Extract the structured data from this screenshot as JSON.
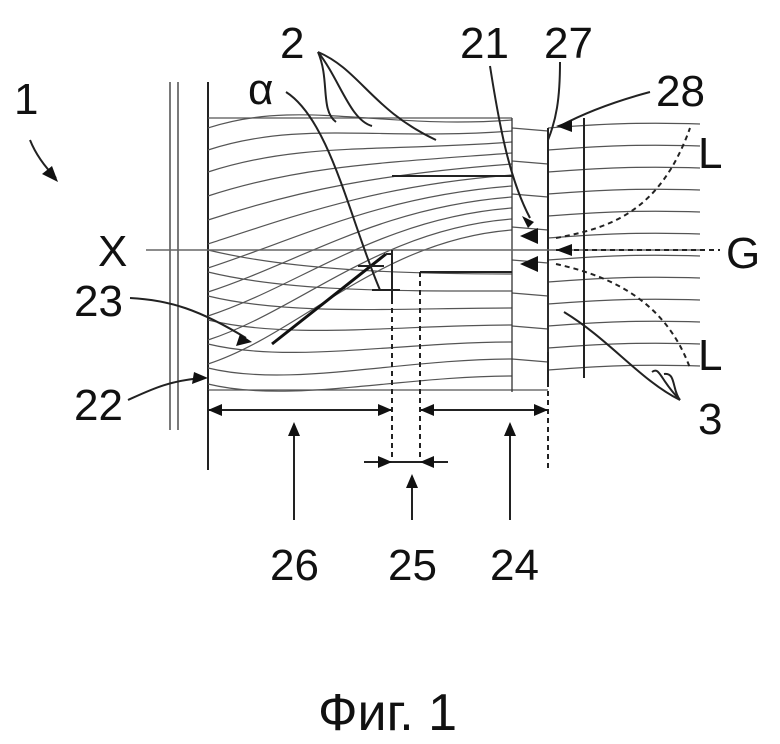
{
  "figure": {
    "caption": "Фиг. 1",
    "labels": {
      "device": "1",
      "fibers_top": "2",
      "fibers_bottom": "3",
      "alpha": "α",
      "axis": "X",
      "gap": "G",
      "lane_top": "L",
      "lane_bottom": "L",
      "r21": "21",
      "r22": "22",
      "r23": "23",
      "r24": "24",
      "r25": "25",
      "r26": "26",
      "r27": "27",
      "r28": "28"
    }
  },
  "colors": {
    "ink": "#111111",
    "background": "#ffffff"
  }
}
